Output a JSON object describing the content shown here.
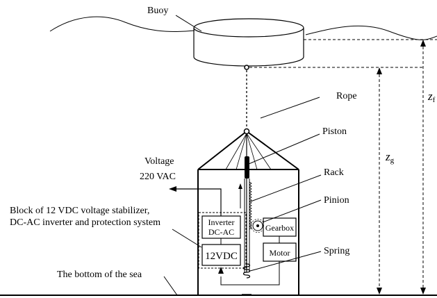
{
  "labels": {
    "buoy": "Buoy",
    "rope": "Rope",
    "piston": "Piston",
    "rack": "Rack",
    "pinion": "Pinion",
    "spring": "Spring",
    "voltage_line1": "Voltage",
    "voltage_line2": "220 VAC",
    "block_line1": "Block of 12 VDC voltage stabilizer,",
    "block_line2": "DC-AC inverter and protection system",
    "inverter_line1": "Inverter",
    "inverter_line2": "DC-AC",
    "gearbox": "Gearbox",
    "motor": "Motor",
    "vdc": "12VDC",
    "sea_bottom": "The bottom of the sea",
    "zg_symbol": "z",
    "zg_subscript": "g",
    "zf_symbol": "z",
    "zf_subscript": "f"
  }
}
